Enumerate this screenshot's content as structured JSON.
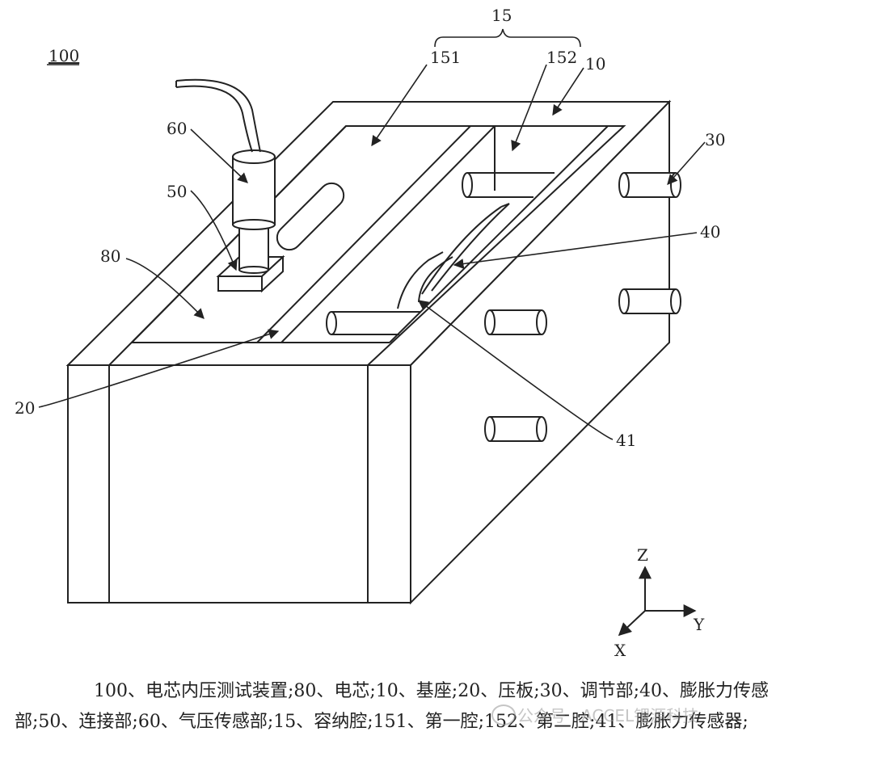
{
  "figure": {
    "ref_main": "100",
    "labels": {
      "l15": "15",
      "l151": "151",
      "l152": "152",
      "l10": "10",
      "l30": "30",
      "l60": "60",
      "l50": "50",
      "l80": "80",
      "l40": "40",
      "l20": "20",
      "l41": "41"
    },
    "axes": {
      "z": "Z",
      "y": "Y",
      "x": "X"
    }
  },
  "caption": {
    "line1": "100、电芯内压测试装置;80、电芯;10、基座;20、压板;30、调节部;40、膨胀力传感",
    "line2": "部;50、连接部;60、气压传感部;15、容纳腔;151、第一腔;152、第二腔;41、膨胀力传感器;"
  },
  "watermark": "公众号 · ACCEL锂源科技"
}
